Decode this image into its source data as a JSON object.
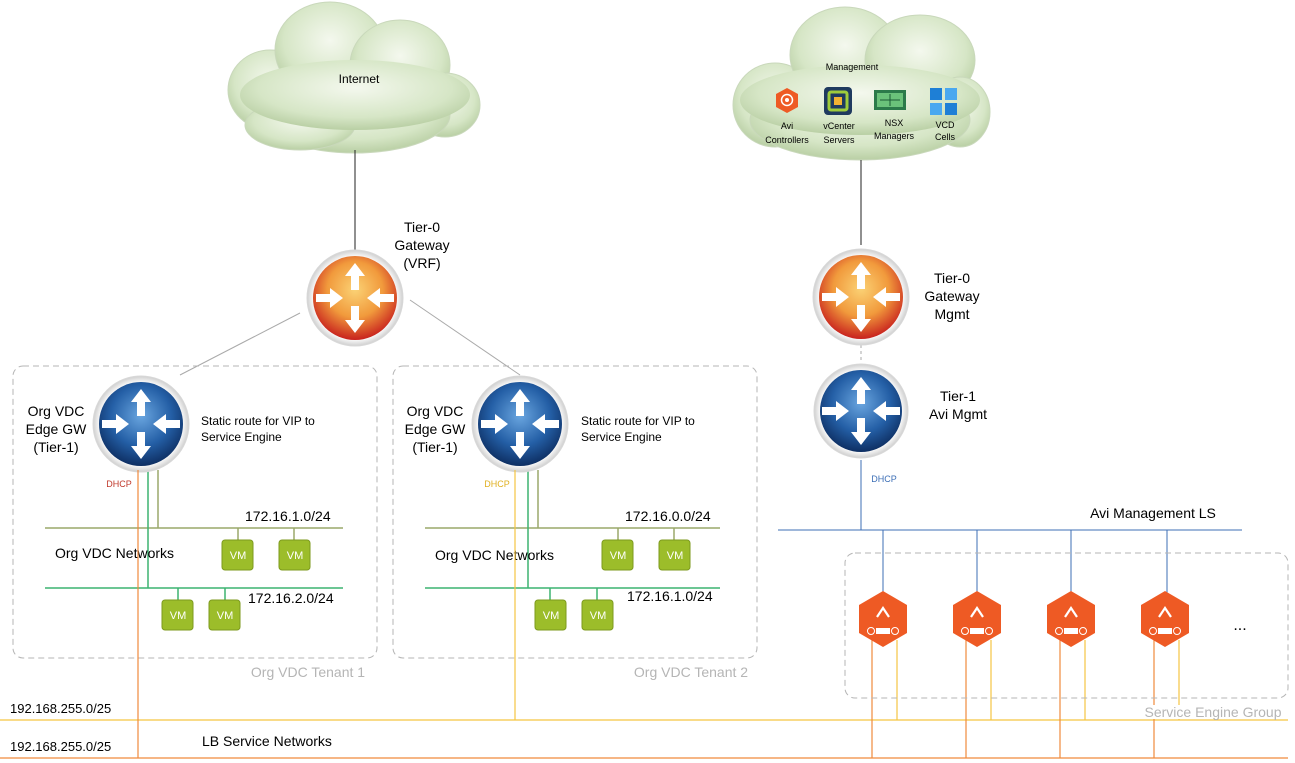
{
  "colors": {
    "orange_line": "#f08a3c",
    "yellow_line": "#f5c542",
    "green_line": "#3cb371",
    "olive_line": "#9aa86a",
    "blue_line": "#3d6fb6",
    "dhcp_red": "#c0392b",
    "dhcp_yellow": "#e0b020",
    "dhcp_blue": "#3d6fb6",
    "vm_fill": "#9cbd2a",
    "se_fill": "#ee5a24",
    "group_label": "#b5b5b5"
  },
  "internet_cloud": {
    "label": "Internet"
  },
  "management_cloud": {
    "title": "Management",
    "items": [
      {
        "icon": "avi-controller-icon",
        "line1": "Avi",
        "line2": "Controllers"
      },
      {
        "icon": "vcenter-icon",
        "line1": "vCenter",
        "line2": "Servers"
      },
      {
        "icon": "nsx-manager-icon",
        "line1": "NSX",
        "line2": "Managers"
      },
      {
        "icon": "vcd-cell-icon",
        "line1": "VCD",
        "line2": "Cells"
      }
    ]
  },
  "tier0_vrf": {
    "line1": "Tier-0",
    "line2": "Gateway",
    "line3": "(VRF)"
  },
  "tier0_mgmt": {
    "line1": "Tier-0",
    "line2": "Gateway",
    "line3": "Mgmt"
  },
  "tier1_avi": {
    "line1": "Tier-1",
    "line2": "Avi Mgmt"
  },
  "tenants": [
    {
      "group_label": "Org VDC Tenant 1",
      "edge_line1": "Org VDC",
      "edge_line2": "Edge GW",
      "edge_line3": "(Tier-1)",
      "route_line1": "Static route for VIP to",
      "route_line2": "Service Engine",
      "dhcp": "DHCP",
      "networks_label": "Org VDC Networks",
      "subnet_top": "172.16.1.0/24",
      "subnet_bottom": "172.16.2.0/24",
      "vm": "VM"
    },
    {
      "group_label": "Org VDC Tenant 2",
      "edge_line1": "Org VDC",
      "edge_line2": "Edge GW",
      "edge_line3": "(Tier-1)",
      "route_line1": "Static route for VIP to",
      "route_line2": "Service Engine",
      "dhcp": "DHCP",
      "networks_label": "Org VDC Networks",
      "subnet_top": "172.16.0.0/24",
      "subnet_bottom": "172.16.1.0/24",
      "vm": "VM"
    }
  ],
  "avi_mgmt_dhcp": "DHCP",
  "avi_management_ls": "Avi Management LS",
  "service_engine_group": "Service Engine Group",
  "service_engine_more": "...",
  "lb_networks": {
    "subnet_1": "192.168.255.0/25",
    "subnet_2": "192.168.255.0/25",
    "label": "LB Service Networks"
  }
}
